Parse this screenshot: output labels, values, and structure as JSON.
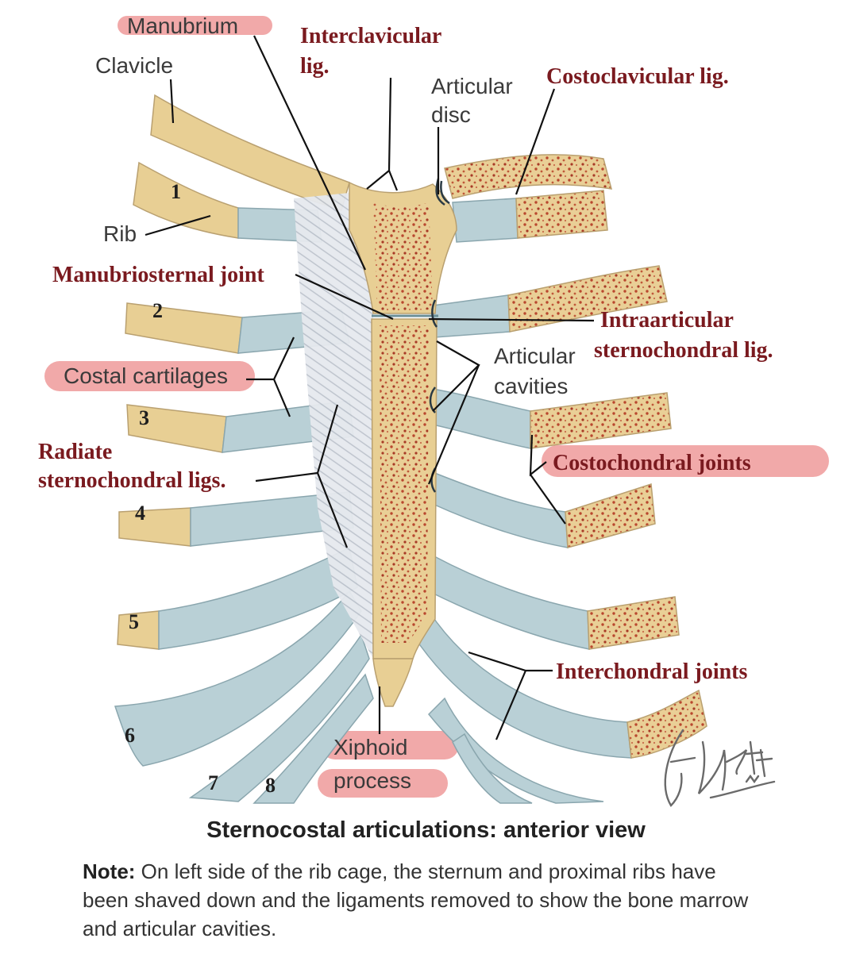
{
  "labels": {
    "manubrium": "Manubrium",
    "interclavicular_1": "Interclavicular",
    "interclavicular_2": "lig.",
    "clavicle": "Clavicle",
    "articular_disc_1": "Articular",
    "articular_disc_2": "disc",
    "costoclavicular": "Costoclavicular lig.",
    "rib": "Rib",
    "manubriosternal_joint": "Manubriosternal joint",
    "intraarticular_1": "Intraarticular",
    "intraarticular_2": "sternochondral lig.",
    "articular_cavities_1": "Articular",
    "articular_cavities_2": "cavities",
    "costal_cartilages": "Costal cartilages",
    "radiate_1": "Radiate",
    "radiate_2": "sternochondral ligs.",
    "costochondral_joints": "Costochondral joints",
    "interchondral_joints": "Interchondral joints",
    "xiphoid_1": "Xiphoid",
    "xiphoid_2": "process"
  },
  "rib_numbers": [
    "1",
    "2",
    "3",
    "4",
    "5",
    "6",
    "7",
    "8"
  ],
  "signature": "F. Netter M.D.",
  "caption": "Sternocostal articulations: anterior view",
  "note": {
    "lead": "Note:",
    "text": " On left side of the rib cage, the sternum and proximal ribs have been shaved down and the ligaments removed to show the bone marrow and articular cavities."
  },
  "colors": {
    "bone": "#e8cf94",
    "cartilage": "#b9d0d6",
    "marrow": "#b9472e",
    "highlight": "#f1a9a9",
    "label_red": "#7a1a1f"
  }
}
